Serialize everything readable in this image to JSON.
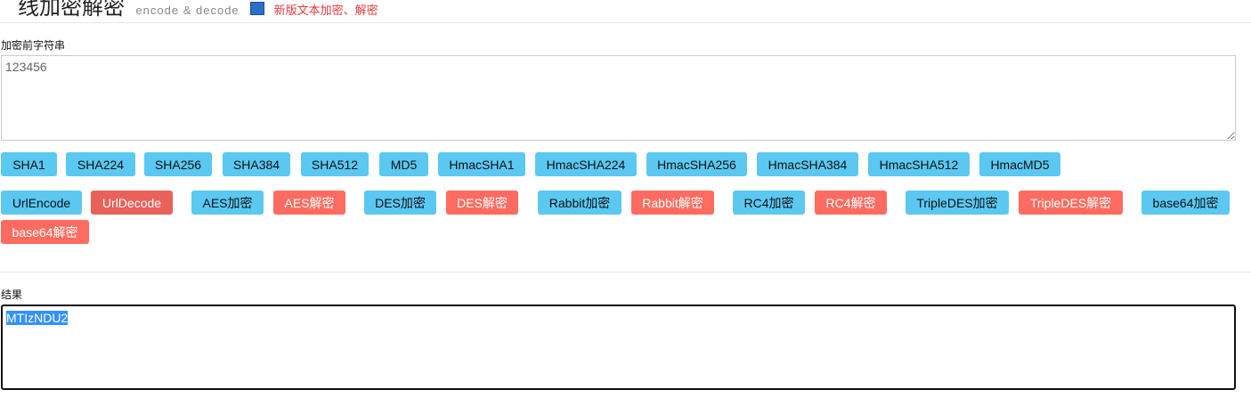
{
  "header": {
    "title": "线加密解密",
    "subtitle": "encode & decode",
    "new_link": "新版文本加密、解密"
  },
  "input": {
    "label": "加密前字符串",
    "value": "123456"
  },
  "hash_buttons": [
    "SHA1",
    "SHA224",
    "SHA256",
    "SHA384",
    "SHA512",
    "MD5",
    "HmacSHA1",
    "HmacSHA224",
    "HmacSHA256",
    "HmacSHA384",
    "HmacSHA512",
    "HmacMD5"
  ],
  "cipher_buttons": [
    "UrlEncode",
    "UrlDecode",
    "AES加密",
    "AES解密",
    "DES加密",
    "DES解密",
    "Rabbit加密",
    "Rabbit解密",
    "RC4加密",
    "RC4解密",
    "TripleDES加密",
    "TripleDES解密",
    "base64加密",
    "base64解密"
  ],
  "result": {
    "label": "结果",
    "value": "MTIzNDU2"
  },
  "colors": {
    "encrypt": "#5bc8f2",
    "decrypt": "#ff6b60",
    "hover": "#e8625a"
  }
}
